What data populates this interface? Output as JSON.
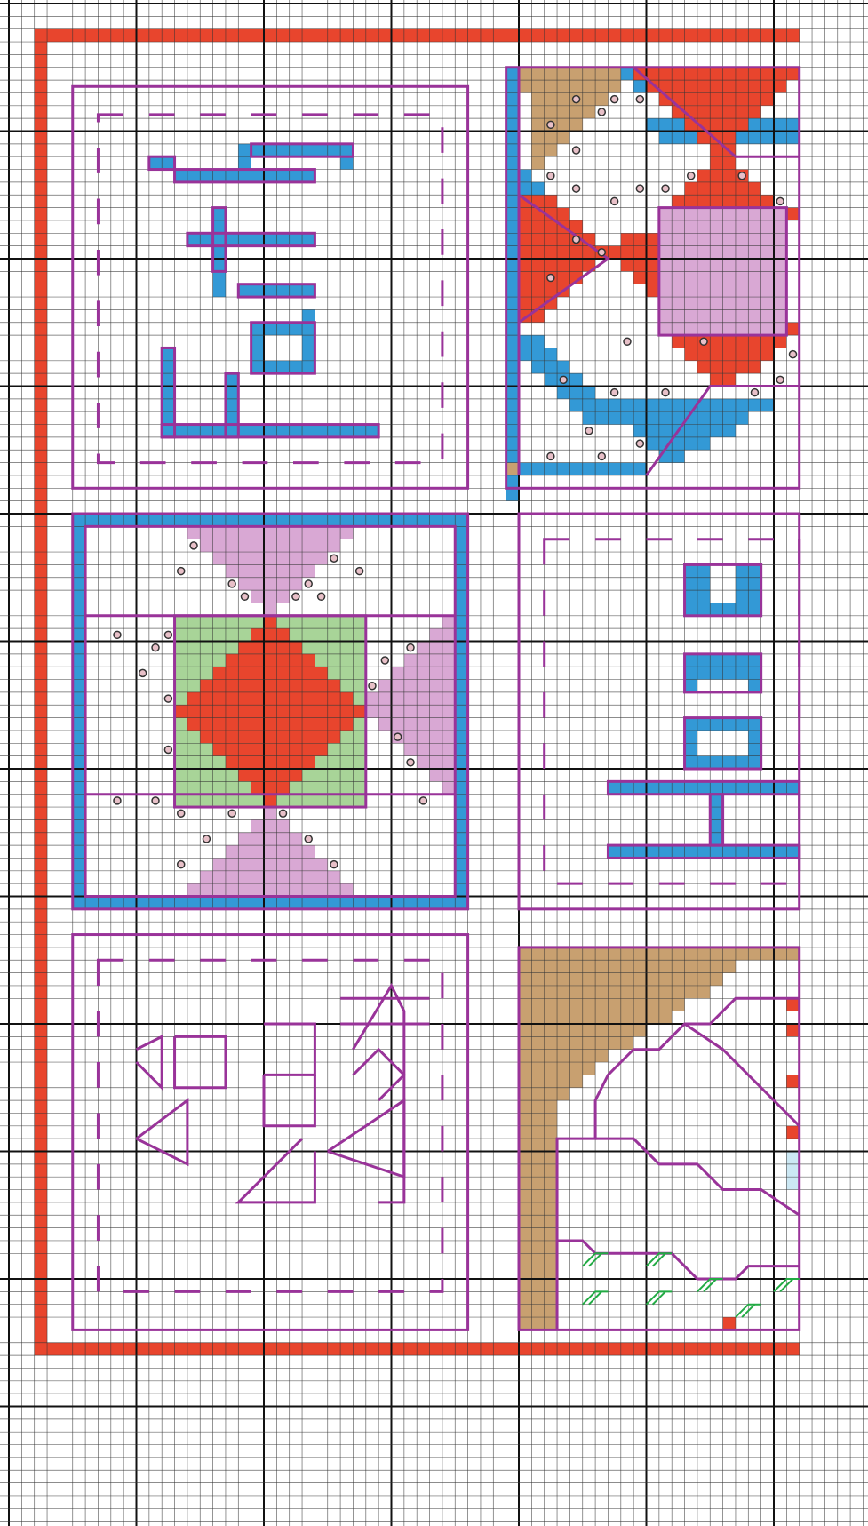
{
  "pattern": {
    "grid": {
      "minor_line_color": "#333333",
      "major_line_color": "#111111",
      "major_every_cells": 10
    },
    "palette": {
      "red": "#e8452d",
      "blue": "#3399d6",
      "purple_outline": "#993399",
      "lilac": "#d9a8d4",
      "green": "#a8d498",
      "tan": "#c8a070",
      "light_blue": "#cce8f4",
      "stitch_green": "#22aa44",
      "french_knot": "#e8c0c8"
    },
    "motifs": [
      {
        "name": "kanji-panel-top-left",
        "style": "dashed-frame",
        "glyph": "blue-block-kanji"
      },
      {
        "name": "hourglass-quilt-block-top-right",
        "style": "pinwheel",
        "colors": [
          "blue",
          "tan",
          "red",
          "lilac"
        ]
      },
      {
        "name": "diamond-quilt-block",
        "style": "star-diamond",
        "colors": [
          "blue",
          "lilac",
          "green",
          "red"
        ]
      },
      {
        "name": "kanji-panel-mid-right",
        "style": "dashed-frame",
        "glyph": "blue-block-kanji"
      },
      {
        "name": "script-panel-bottom-left",
        "style": "dashed-frame",
        "glyph": "purple-backstitch-script"
      },
      {
        "name": "landscape-panel-bottom-right",
        "style": "mountain",
        "colors": [
          "tan",
          "red",
          "light_blue",
          "stitch_green"
        ]
      }
    ]
  }
}
